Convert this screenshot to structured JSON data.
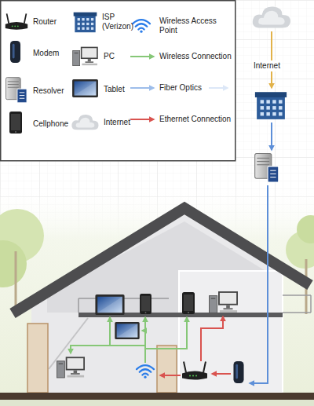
{
  "diagram": {
    "labels": [
      "Internet"
    ],
    "legend": [
      {
        "text": "Router"
      },
      {
        "text": "ISP (Verizon)"
      },
      {
        "text": "Wireless Access Point"
      },
      {
        "text": "Modem"
      },
      {
        "text": "PC"
      },
      {
        "text": "Wireless Connection"
      },
      {
        "text": "Resolver"
      },
      {
        "text": "Tablet"
      },
      {
        "text": "Fiber Optics"
      },
      {
        "text": "Cellphone"
      },
      {
        "text": "Internet"
      },
      {
        "text": "Ethernet Connection"
      }
    ]
  }
}
